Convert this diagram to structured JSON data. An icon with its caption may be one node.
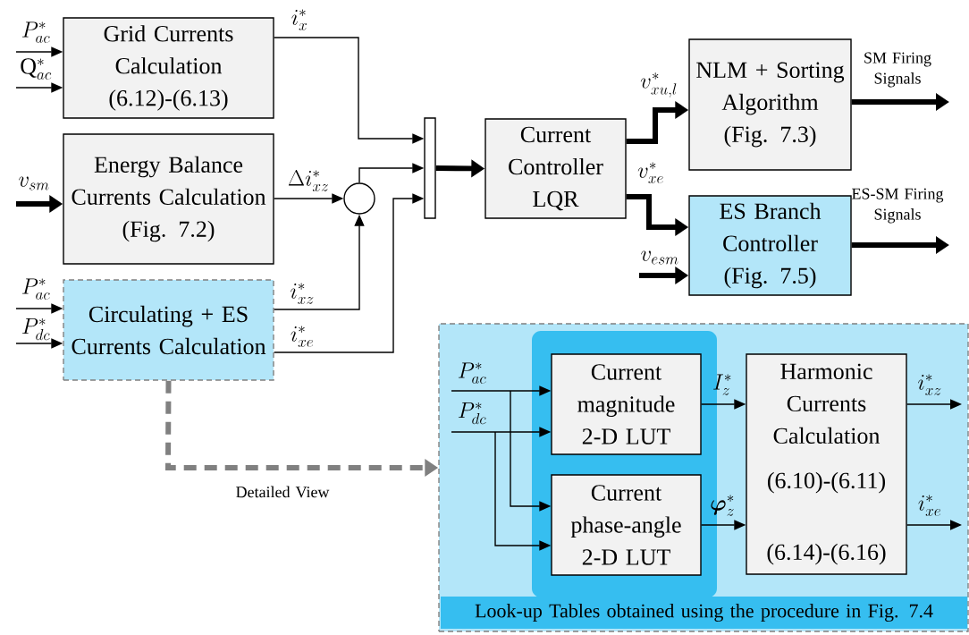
{
  "diagram": {
    "nodes": [
      {
        "text": [
          "Grid Currents Calculation (6.12)-(6.13)"
        ]
      },
      {
        "text": [
          "Energy Balance Currents Calculation (Fig. 7.2)"
        ]
      },
      {
        "text": [
          "Circulating + ES Currents Calculation"
        ]
      },
      {
        "text": [],
        "shape": "circle"
      },
      {
        "text": [],
        "shape": "bar"
      },
      {
        "text": [
          "Current Controller LQR"
        ]
      },
      {
        "text": [
          "NLM + Sorting Algorithm (Fig. 7.3)"
        ]
      },
      {
        "text": [
          "ES Branch Controller (Fig. 7.5)"
        ]
      },
      {
        "text": [],
        "shape": "box"
      },
      {
        "text": [
          "Look-up Tables obtained using the procedure in Fig. 7.4"
        ],
        "in": 8
      },
      {
        "text": [],
        "shape": "box",
        "in": 8
      },
      {
        "text": [
          "Current magnitude 2-D LUT"
        ],
        "in": 10
      },
      {
        "text": [
          "Current phase-angle 2-D LUT"
        ],
        "in": 10
      },
      {
        "text": [
          "Harmonic Currents Calculation",
          "(6.10)-(6.11)",
          "(6.14)-(6.16)"
        ],
        "in": 8
      }
    ],
    "edges": [
      {
        "from": null,
        "to": 0,
        "arrow": "to",
        "label": "P_{ac}^{*}"
      },
      {
        "from": null,
        "to": 0,
        "arrow": "to",
        "label": "\\mathrm{Q}_{ac}^{*}"
      },
      {
        "from": null,
        "to": 1,
        "arrow": "to",
        "label": "v_{sm}",
        "style": "thick"
      },
      {
        "from": null,
        "to": 2,
        "arrow": "to",
        "label": "P_{ac}^{*}"
      },
      {
        "from": null,
        "to": 2,
        "arrow": "to",
        "label": "P_{dc}^{*}"
      },
      {
        "from": 0,
        "to": 4,
        "arrow": "to",
        "label": "i_{x}^{*}"
      },
      {
        "from": 1,
        "to": 3,
        "arrow": "to",
        "label": "\\Delta i_{xz}^{*}"
      },
      {
        "from": 2,
        "to": 3,
        "arrow": "to",
        "label": "i_{xz}^{*}"
      },
      {
        "from": 3,
        "to": 4,
        "arrow": "to"
      },
      {
        "from": 2,
        "to": 4,
        "arrow": "to",
        "label": "i_{xe}^{*}"
      },
      {
        "from": 4,
        "to": 5,
        "arrow": "to",
        "style": "thick"
      },
      {
        "from": 5,
        "to": 6,
        "arrow": "to",
        "label": "v_{xu,l}^{*}",
        "style": "thick"
      },
      {
        "from": 5,
        "to": 7,
        "arrow": "to",
        "label": "v_{xe}^{*}",
        "style": "thick"
      },
      {
        "from": null,
        "to": 7,
        "arrow": "to",
        "label": "v_{esm}",
        "style": "thick"
      },
      {
        "from": 6,
        "to": null,
        "arrow": "to",
        "label": "SM Firing Signals",
        "style": "thick"
      },
      {
        "from": 7,
        "to": null,
        "arrow": "to",
        "label": "ES-SM Firing Signals",
        "style": "thick"
      },
      {
        "from": 2,
        "to": 8,
        "arrow": "to",
        "label": "Detailed View",
        "style": "dashed",
        "color": "#808080"
      },
      {
        "from": null,
        "to": 11,
        "arrow": "to",
        "label": "P_{ac}^{*}"
      },
      {
        "from": null,
        "to": 12,
        "arrow": "to"
      },
      {
        "from": null,
        "to": 11,
        "arrow": "to",
        "label": "P_{dc}^{*}"
      },
      {
        "from": null,
        "to": 12,
        "arrow": "to"
      },
      {
        "from": 11,
        "to": 13,
        "arrow": "to",
        "label": "I_{z}^{*}"
      },
      {
        "from": 12,
        "to": 13,
        "arrow": "to",
        "label": "\\boldsymbol{\\varphi}_{z}^{*}"
      },
      {
        "from": 13,
        "to": null,
        "arrow": "to",
        "label": "i_{xz}^{*}"
      },
      {
        "from": 13,
        "to": null,
        "arrow": "to",
        "label": "i_{xe}^{*}"
      }
    ]
  }
}
